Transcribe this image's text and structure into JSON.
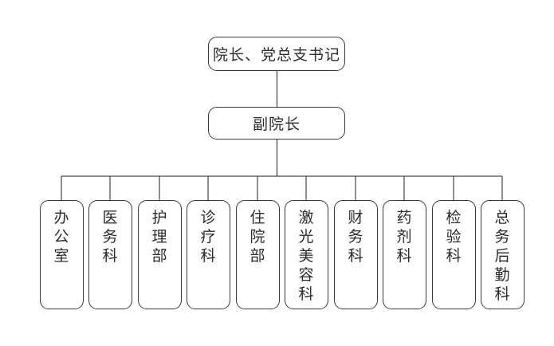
{
  "chart_data": {
    "type": "diagram",
    "title": "",
    "diagram_kind": "organizational-chart",
    "orientation": "top-down",
    "levels": [
      {
        "level": 1,
        "nodes": [
          {
            "id": "n1",
            "label": "院长、党总支书记",
            "text_orientation": "horizontal"
          }
        ]
      },
      {
        "level": 2,
        "nodes": [
          {
            "id": "n2",
            "label": "副院长",
            "text_orientation": "horizontal"
          }
        ]
      },
      {
        "level": 3,
        "nodes": [
          {
            "id": "d1",
            "label": "办公室",
            "chars": [
              "办",
              "公",
              "室"
            ],
            "text_orientation": "vertical"
          },
          {
            "id": "d2",
            "label": "医务科",
            "chars": [
              "医",
              "务",
              "科"
            ],
            "text_orientation": "vertical"
          },
          {
            "id": "d3",
            "label": "护理部",
            "chars": [
              "护",
              "理",
              "部"
            ],
            "text_orientation": "vertical"
          },
          {
            "id": "d4",
            "label": "诊疗科",
            "chars": [
              "诊",
              "疗",
              "科"
            ],
            "text_orientation": "vertical"
          },
          {
            "id": "d5",
            "label": "住院部",
            "chars": [
              "住",
              "院",
              "部"
            ],
            "text_orientation": "vertical"
          },
          {
            "id": "d6",
            "label": "激光美容科",
            "chars": [
              "激",
              "光",
              "美",
              "容",
              "科"
            ],
            "text_orientation": "vertical"
          },
          {
            "id": "d7",
            "label": "财务科",
            "chars": [
              "财",
              "务",
              "科"
            ],
            "text_orientation": "vertical"
          },
          {
            "id": "d8",
            "label": "药剂科",
            "chars": [
              "药",
              "剂",
              "科"
            ],
            "text_orientation": "vertical"
          },
          {
            "id": "d9",
            "label": "检验科",
            "chars": [
              "检",
              "验",
              "科"
            ],
            "text_orientation": "vertical"
          },
          {
            "id": "d10",
            "label": "总务后勤科",
            "chars": [
              "总",
              "务",
              "后",
              "勤",
              "科"
            ],
            "text_orientation": "vertical"
          }
        ]
      }
    ],
    "edges": [
      {
        "from": "n1",
        "to": "n2"
      },
      {
        "from": "n2",
        "to": "d1"
      },
      {
        "from": "n2",
        "to": "d2"
      },
      {
        "from": "n2",
        "to": "d3"
      },
      {
        "from": "n2",
        "to": "d4"
      },
      {
        "from": "n2",
        "to": "d5"
      },
      {
        "from": "n2",
        "to": "d6"
      },
      {
        "from": "n2",
        "to": "d7"
      },
      {
        "from": "n2",
        "to": "d8"
      },
      {
        "from": "n2",
        "to": "d9"
      },
      {
        "from": "n2",
        "to": "d10"
      }
    ],
    "colors": {
      "background": "#ffffff",
      "box_border": "#3a3a3a",
      "box_fill": "#ffffff",
      "text": "#2b2b2b",
      "connector": "#222222"
    }
  }
}
